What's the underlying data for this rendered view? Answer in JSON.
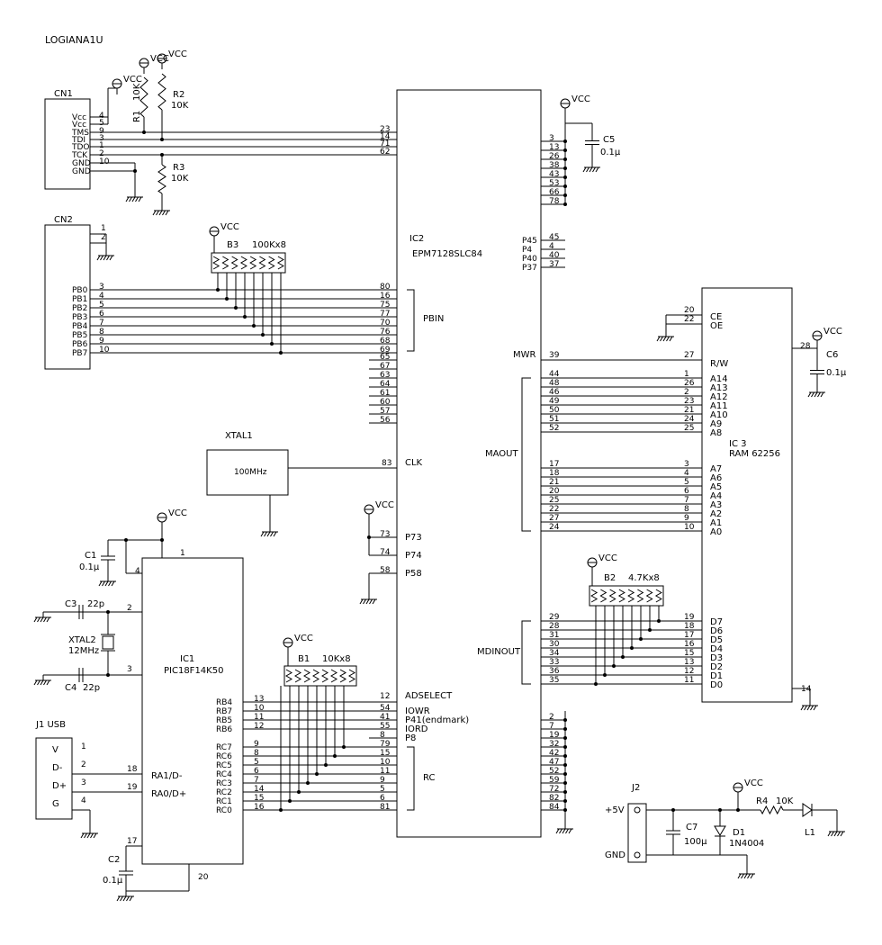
{
  "title": "LOGIANA1U",
  "supply_label": "VCC",
  "components": {
    "r1": {
      "ref": "R1",
      "value": "10K"
    },
    "r2": {
      "ref": "R2",
      "value": "10K"
    },
    "r3": {
      "ref": "R3",
      "value": "10K"
    },
    "r4": {
      "ref": "R4",
      "value": "10K"
    },
    "c1": {
      "ref": "C1",
      "value": "0.1μ"
    },
    "c2": {
      "ref": "C2",
      "value": "0.1μ"
    },
    "c3": {
      "ref": "C3",
      "value": "22p"
    },
    "c4": {
      "ref": "C4",
      "value": "22p"
    },
    "c5": {
      "ref": "C5",
      "value": "0.1μ"
    },
    "c6": {
      "ref": "C6",
      "value": "0.1μ"
    },
    "c7": {
      "ref": "C7",
      "value": "100μ"
    },
    "d1": {
      "ref": "D1",
      "value": "1N4004"
    },
    "l1": {
      "ref": "L1"
    },
    "b1": {
      "ref": "B1",
      "value": "10Kx8"
    },
    "b2": {
      "ref": "B2",
      "value": "4.7Kx8"
    },
    "b3": {
      "ref": "B3",
      "value": "100Kx8"
    },
    "xtal1": {
      "ref": "XTAL1",
      "value": "100MHz"
    },
    "xtal2": {
      "ref": "XTAL2",
      "value": "12MHz"
    },
    "ic1": {
      "ref": "IC1",
      "part": "PIC18F14K50"
    },
    "ic2": {
      "ref": "IC2",
      "part": "EPM7128SLC84"
    },
    "ic3": {
      "ref": "IC 3",
      "part": "RAM 62256"
    },
    "cn1": {
      "ref": "CN1"
    },
    "cn2": {
      "ref": "CN2"
    },
    "j1": {
      "ref": "J1 USB"
    },
    "j2": {
      "ref": "J2",
      "pos": "+5V",
      "neg": "GND"
    }
  },
  "cn1_pins": [
    {
      "name": "Vcc",
      "num": "4"
    },
    {
      "name": "Vcc",
      "num": "5"
    },
    {
      "name": "TMS",
      "num": "9"
    },
    {
      "name": "TDI",
      "num": "3"
    },
    {
      "name": "TDO",
      "num": "1"
    },
    {
      "name": "TCK",
      "num": "2"
    },
    {
      "name": "GND",
      "num": "10"
    },
    {
      "name": "GND",
      "num": ""
    }
  ],
  "cn1_ic2_pins": [
    "23",
    "14",
    "71",
    "62"
  ],
  "cn2_top_pins": [
    "1",
    "2"
  ],
  "cn2_pins": [
    {
      "name": "PB0",
      "num": "3",
      "ic": "80"
    },
    {
      "name": "PB1",
      "num": "4",
      "ic": "16"
    },
    {
      "name": "PB2",
      "num": "5",
      "ic": "75"
    },
    {
      "name": "PB3",
      "num": "6",
      "ic": "77"
    },
    {
      "name": "PB4",
      "num": "7",
      "ic": "70"
    },
    {
      "name": "PB5",
      "num": "8",
      "ic": "76"
    },
    {
      "name": "PB6",
      "num": "9",
      "ic": "68"
    },
    {
      "name": "PB7",
      "num": "10",
      "ic": "69"
    }
  ],
  "pbin_label": "PBIN",
  "ic2_unused_left": [
    "65",
    "67",
    "63",
    "64",
    "61",
    "60",
    "57",
    "56"
  ],
  "ic2_vcc_pins": [
    "3",
    "13",
    "26",
    "38",
    "43",
    "53",
    "66",
    "78"
  ],
  "ic2_p_pins": [
    {
      "name": "P45",
      "num": "45"
    },
    {
      "name": "P4",
      "num": "4"
    },
    {
      "name": "P40",
      "num": "40"
    },
    {
      "name": "P37",
      "num": "37"
    }
  ],
  "mwr": {
    "name": "MWR",
    "ic2": "39",
    "ram": "27",
    "ram_name": "R/W"
  },
  "ram_ctrl": [
    {
      "name": "CE",
      "num": "20"
    },
    {
      "name": "OE",
      "num": "22"
    }
  ],
  "ram_vcc_pin": "28",
  "ram_gnd_pin": "14",
  "maout_label": "MAOUT",
  "maout_high": [
    {
      "ic": "44",
      "ram": "1",
      "name": "A14"
    },
    {
      "ic": "48",
      "ram": "26",
      "name": "A13"
    },
    {
      "ic": "46",
      "ram": "2",
      "name": "A12"
    },
    {
      "ic": "49",
      "ram": "23",
      "name": "A11"
    },
    {
      "ic": "50",
      "ram": "21",
      "name": "A10"
    },
    {
      "ic": "51",
      "ram": "24",
      "name": "A9"
    },
    {
      "ic": "52",
      "ram": "25",
      "name": "A8"
    }
  ],
  "maout_low": [
    {
      "ic": "17",
      "ram": "3",
      "name": "A7"
    },
    {
      "ic": "18",
      "ram": "4",
      "name": "A6"
    },
    {
      "ic": "21",
      "ram": "5",
      "name": "A5"
    },
    {
      "ic": "20",
      "ram": "6",
      "name": "A4"
    },
    {
      "ic": "25",
      "ram": "7",
      "name": "A3"
    },
    {
      "ic": "22",
      "ram": "8",
      "name": "A2"
    },
    {
      "ic": "27",
      "ram": "9",
      "name": "A1"
    },
    {
      "ic": "24",
      "ram": "10",
      "name": "A0"
    }
  ],
  "mdinout_label": "MDINOUT",
  "mdinout": [
    {
      "ic": "29",
      "ram": "19",
      "name": "D7"
    },
    {
      "ic": "28",
      "ram": "18",
      "name": "D6"
    },
    {
      "ic": "31",
      "ram": "17",
      "name": "D5"
    },
    {
      "ic": "30",
      "ram": "16",
      "name": "D4"
    },
    {
      "ic": "34",
      "ram": "15",
      "name": "D3"
    },
    {
      "ic": "33",
      "ram": "13",
      "name": "D2"
    },
    {
      "ic": "36",
      "ram": "12",
      "name": "D1"
    },
    {
      "ic": "35",
      "ram": "11",
      "name": "D0"
    }
  ],
  "clk": {
    "name": "CLK",
    "num": "83"
  },
  "ic2_misc": [
    {
      "name": "P73",
      "num": "73"
    },
    {
      "name": "P74",
      "num": "74"
    },
    {
      "name": "P58",
      "num": "58"
    }
  ],
  "ic1_pins": {
    "vdd": "1",
    "mclr": "4",
    "osc1": "2",
    "osc2": "3",
    "vusb": "17",
    "vss": "20",
    "dm": "18",
    "dp": "19"
  },
  "ic1_usb_names": [
    "RA1/D-",
    "RA0/D+"
  ],
  "ic1_rb": [
    {
      "name": "RB4",
      "num": "13",
      "ic": "12",
      "sig": "ADSELECT"
    },
    {
      "name": "RB7",
      "num": "10",
      "ic": "54",
      "sig": "IOWR"
    },
    {
      "name": "RB5",
      "num": "11",
      "ic": "41",
      "sig": "P41(endmark)"
    },
    {
      "name": "RB6",
      "num": "12",
      "ic": "55",
      "sig": "IORD"
    },
    {
      "name": "RB5",
      "num": "",
      "ic": "8",
      "sig": "P8"
    }
  ],
  "ic1_rc": [
    {
      "name": "RC7",
      "num": "9",
      "ic": "79"
    },
    {
      "name": "RC6",
      "num": "8",
      "ic": "15"
    },
    {
      "name": "RC5",
      "num": "5",
      "ic": "10"
    },
    {
      "name": "RC4",
      "num": "6",
      "ic": "11"
    },
    {
      "name": "RC3",
      "num": "7",
      "ic": "9"
    },
    {
      "name": "RC2",
      "num": "14",
      "ic": "5"
    },
    {
      "name": "RC1",
      "num": "15",
      "ic": "6"
    },
    {
      "name": "RC0",
      "num": "16",
      "ic": "81"
    }
  ],
  "rc_label": "RC",
  "ic2_gnd_pins": [
    "2",
    "7",
    "19",
    "32",
    "42",
    "47",
    "52",
    "59",
    "72",
    "82",
    "84"
  ],
  "j1_pins": [
    {
      "name": "V",
      "num": "1"
    },
    {
      "name": "D-",
      "num": "2"
    },
    {
      "name": "D+",
      "num": "3"
    },
    {
      "name": "G",
      "num": "4"
    }
  ]
}
